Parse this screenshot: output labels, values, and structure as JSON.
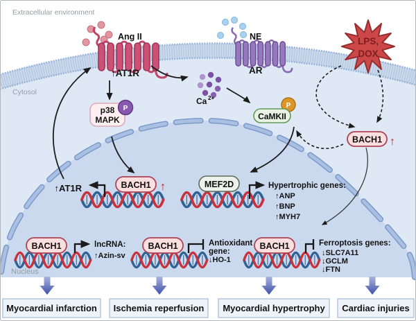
{
  "labels": {
    "extracellular": "Extracellular environment",
    "cytosol": "Cytosol",
    "nucleus": "Nucleus"
  },
  "membrane": {
    "ang2_ligand": "Ang II",
    "at1r": "↑AT1R",
    "ne_ligand": "NE",
    "ar": "AR"
  },
  "stress": {
    "line1": "LPS,",
    "line2": "DOX"
  },
  "signaling": {
    "ca_base": "Ca",
    "ca_sup": "2+",
    "p38_line1": "p38",
    "p38_line2": "MAPK",
    "phospho": "P",
    "camkii": "CaMKII",
    "bach1": "BACH1",
    "up_arrow": "↑"
  },
  "nucleus_content": {
    "at1r_gene": "↑AT1R",
    "bach1": "BACH1",
    "mef2d": "MEF2D",
    "hypertrophic_title": "Hypertrophic genes:",
    "hypertrophic_genes": [
      "↑ANP",
      "↑BNP",
      "↑MYH7"
    ],
    "lncrna_title": "lncRNA:",
    "lncrna_gene": "↑Azin-sv",
    "antioxidant_title1": "Antioxidant",
    "antioxidant_title2": "gene:",
    "antioxidant_gene": "↓HO-1",
    "ferroptosis_title": "Ferroptosis genes:",
    "ferroptosis_genes": [
      "↓SLC7A11",
      "↓GCLM",
      "↓FTN"
    ]
  },
  "outcomes": [
    "Myocardial infarction",
    "Ischemia reperfusion",
    "Myocardial hypertrophy",
    "Cardiac injuries"
  ],
  "palette": {
    "cell_fill": "#dfe8f5",
    "nucleus_fill": "#cbd9ee",
    "membrane": "#ccdaeb",
    "at1r_receptor": "#cd5175",
    "ar_receptor": "#9678bf",
    "bach1_border": "#ad4254",
    "stress_star": "#cc4848",
    "phospho_purple": "#8a57ae",
    "phospho_orange": "#dc9728",
    "outcome_arrow_blue": "#4152a8",
    "dna_red": "#c8323c",
    "dna_blue": "#2f6394"
  }
}
